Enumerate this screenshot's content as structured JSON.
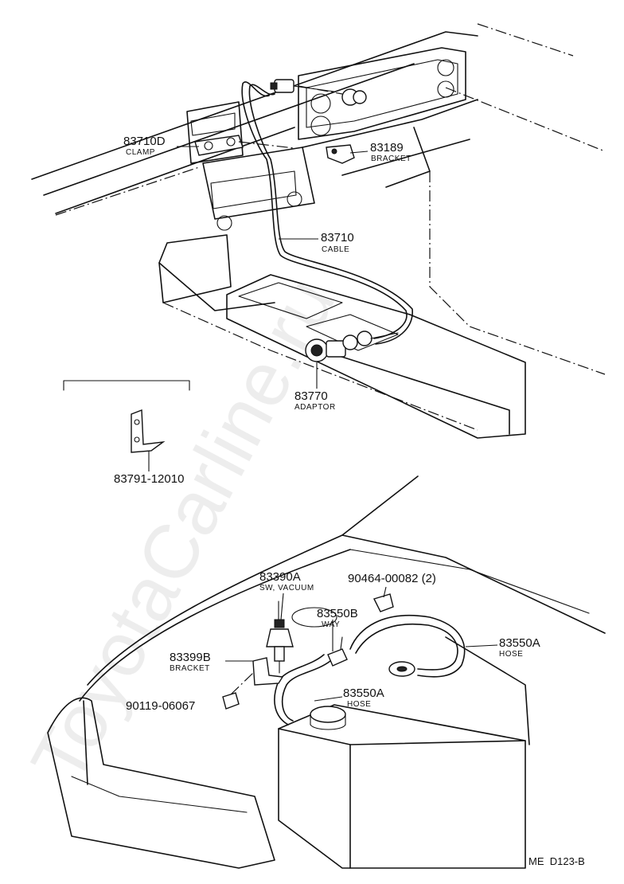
{
  "watermark": "ToyotaCarline.ru",
  "diagram_code": "ME  D123-B",
  "parts": {
    "clamp": {
      "number": "83710D",
      "name": "CLAMP"
    },
    "bracket_top": {
      "number": "83189",
      "name": "BRACKET"
    },
    "cable": {
      "number": "83710",
      "name": "CABLE"
    },
    "adaptor": {
      "number": "83770",
      "name": "ADAPTOR"
    },
    "bracket_small": {
      "number": "83791-12010"
    },
    "sw_vacuum": {
      "number": "83390A",
      "name": "SW, VACUUM"
    },
    "clip": {
      "number": "90464-00082 (2)"
    },
    "way": {
      "number": "83550B",
      "name": "WAY"
    },
    "hose_right": {
      "number": "83550A",
      "name": "HOSE"
    },
    "bracket_sw": {
      "number": "83399B",
      "name": "BRACKET"
    },
    "bolt": {
      "number": "90119-06067"
    },
    "hose_lower": {
      "number": "83550A",
      "name": "HOSE"
    }
  }
}
